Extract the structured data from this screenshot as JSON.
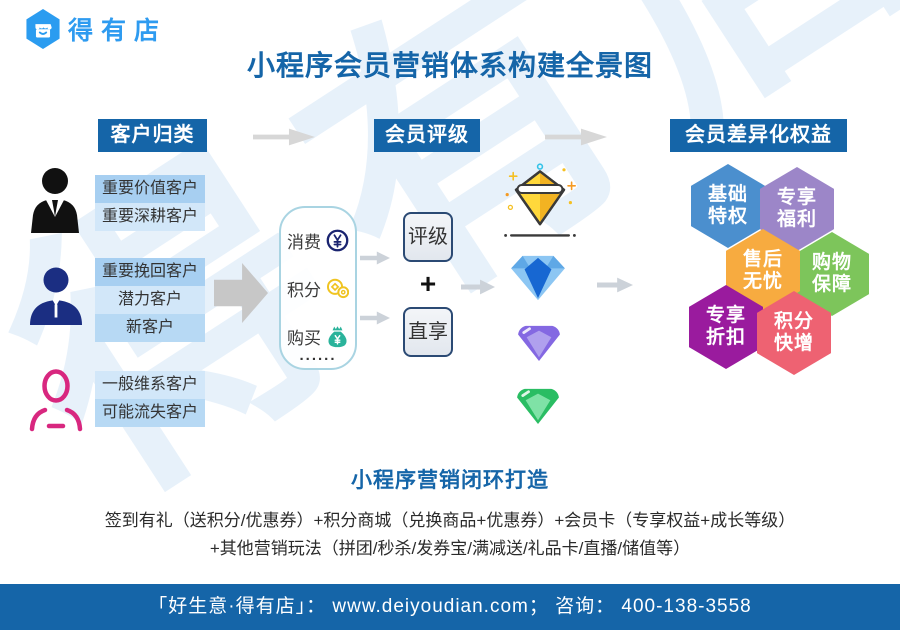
{
  "brand": {
    "name": "得有店"
  },
  "title": "小程序会员营销体系构建全景图",
  "watermark": "得有店",
  "colors": {
    "primary_blue": "#1565a8",
    "logo_blue": "#2b9cf0",
    "hex_blue": "#4b8fce",
    "hex_purple": "#9c86c8",
    "hex_orange": "#f7ab40",
    "hex_green": "#7dc55b",
    "hex_magenta": "#9a1b9e",
    "hex_pink": "#ee6272"
  },
  "flow_headers": [
    {
      "label": "客户归类"
    },
    {
      "label": "会员评级"
    },
    {
      "label": "会员差异化权益"
    }
  ],
  "customer_groups": [
    {
      "icon": "business-person",
      "labels": [
        "重要价值客户",
        "重要深耕客户"
      ]
    },
    {
      "icon": "person",
      "labels": [
        "重要挽回客户",
        "潜力客户",
        "新客户"
      ]
    },
    {
      "icon": "person-outline",
      "labels": [
        "一般维系客户",
        "可能流失客户"
      ]
    }
  ],
  "behavior_box": {
    "items": [
      {
        "label": "消费",
        "icon": "yuan-coin"
      },
      {
        "label": "积分",
        "icon": "coins"
      },
      {
        "label": "购买",
        "icon": "money-bag"
      }
    ],
    "ellipsis": "......"
  },
  "grading": {
    "top_box": "评级",
    "plus": "+",
    "bottom_box": "直享"
  },
  "diamonds": [
    "gold-diamond",
    "blue-diamond",
    "purple-diamond",
    "green-diamond"
  ],
  "benefit_hexagons": [
    {
      "lines": [
        "基础",
        "特权"
      ],
      "color": "#4b8fce"
    },
    {
      "lines": [
        "专享",
        "福利"
      ],
      "color": "#9c86c8"
    },
    {
      "lines": [
        "售后",
        "无忧"
      ],
      "color": "#f7ab40"
    },
    {
      "lines": [
        "购物",
        "保障"
      ],
      "color": "#7dc55b"
    },
    {
      "lines": [
        "专享",
        "折扣"
      ],
      "color": "#9a1b9e"
    },
    {
      "lines": [
        "积分",
        "快增"
      ],
      "color": "#ee6272"
    }
  ],
  "closing": {
    "title": "小程序营销闭环打造",
    "line1": "签到有礼（送积分/优惠券）+积分商城（兑换商品+优惠券）+会员卡（专享权益+成长等级）",
    "line2": "+其他营销玩法（拼团/秒杀/发券宝/满减送/礼品卡/直播/储值等）"
  },
  "footer": {
    "text": "「好生意·得有店」：  www.deiyoudian.com；  咨询：  400-138-3558"
  }
}
